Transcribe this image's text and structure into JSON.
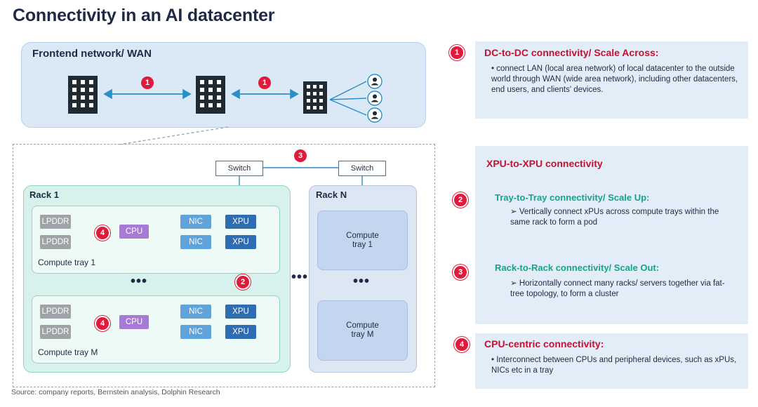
{
  "title": "Connectivity in an AI datacenter",
  "frontend": {
    "label": "Frontend network/ WAN",
    "badge_left": "1",
    "badge_right": "1"
  },
  "switches": {
    "left": "Switch",
    "right": "Switch",
    "badge": "3"
  },
  "rack1": {
    "label": "Rack 1",
    "tray1": {
      "label": "Compute tray 1",
      "lpddr_top": "LPDDR",
      "lpddr_bottom": "LPDDR",
      "badge": "4",
      "cpu": "CPU",
      "nic_top": "NIC",
      "nic_bottom": "NIC",
      "xpu_top": "XPU",
      "xpu_bottom": "XPU"
    },
    "trayM": {
      "label": "Compute tray M",
      "lpddr_top": "LPDDR",
      "lpddr_bottom": "LPDDR",
      "badge": "4",
      "cpu": "CPU",
      "nic_top": "NIC",
      "nic_bottom": "NIC",
      "xpu_top": "XPU",
      "xpu_bottom": "XPU"
    },
    "ellipsis": "•••",
    "badge_scaleup": "2"
  },
  "between_ellipsis": "•••",
  "rackN": {
    "label": "Rack N",
    "tray1_line1": "Compute",
    "tray1_line2": "tray 1",
    "ellipsis": "•••",
    "trayM_line1": "Compute",
    "trayM_line2": "tray M"
  },
  "right_panel": {
    "s1": {
      "badge": "1",
      "heading": "DC-to-DC connectivity/ Scale Across:",
      "text": "• connect LAN (local area network) of local datacenter to the outside world through WAN (wide area network), including other datacenters, end users, and clients' devices."
    },
    "s2_heading": "XPU-to-XPU connectivity",
    "s2": {
      "badge": "2",
      "heading": "Tray-to-Tray connectivity/ Scale Up:",
      "text": "➢  Vertically connect xPUs across compute trays within the same rack to form a pod"
    },
    "s3": {
      "badge": "3",
      "heading": "Rack-to-Rack connectivity/ Scale Out:",
      "text": "➢  Horizontally connect many racks/ servers together via fat-tree topology, to form a cluster"
    },
    "s4": {
      "badge": "4",
      "heading": "CPU-centric connectivity:",
      "text": "• Interconnect between CPUs and peripheral devices, such as xPUs, NICs etc in a tray"
    }
  },
  "source": "Source: company reports, Bernstein analysis, Dolphin Research",
  "colors": {
    "title": "#1f2a44",
    "badge": "#e01a3a",
    "heading_red": "#c41230",
    "heading_green": "#12a58c",
    "frontend_bg": "#dbe9f6",
    "rack1_bg": "#d7f2ec",
    "rackN_bg": "#dde6f3",
    "xpu": "#2f6db3",
    "nic": "#5fa3d9",
    "cpu": "#a77bd4",
    "lpddr": "#9ea3a8"
  },
  "icons": [
    "building-icon",
    "user-icon",
    "double-arrow-icon"
  ]
}
